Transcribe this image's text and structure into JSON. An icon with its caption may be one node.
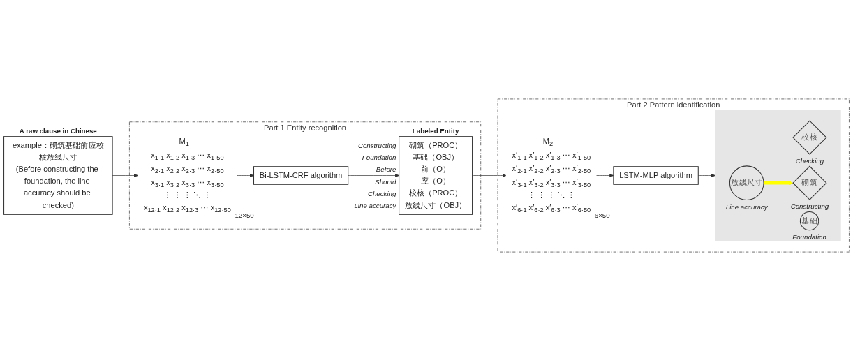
{
  "diagram": {
    "nodes": [
      {
        "text": [
          "Part 1 Entity recognition"
        ]
      },
      {
        "text": [
          "Labeled Entity",
          "砌筑（PROC）",
          "基础（OBJ）",
          "前（O）",
          "应（O）",
          "校核（PROC）",
          "放线尺寸（OBJ）"
        ],
        "beside": [
          "Constructing",
          "Foundation",
          "Before",
          "Should",
          "Checking",
          "Line accuracy"
        ],
        "in": 0
      },
      {
        "text": [
          "Bi-LSTM-CRF algorithm"
        ],
        "in": 0
      },
      {
        "text": [
          "M$_{1}$ =",
          "x$_{1·1}$ x$_{1·2}$ x$_{1·3}$ ⋯ x$_{1·50}$",
          "x$_{2·1}$ x$_{2·2}$ x$_{2·3}$ ⋯ x$_{2·50}$",
          "x$_{3·1}$ x$_{3·2}$ x$_{3·3}$ ⋯ x$_{3·50}$",
          "⋮ ⋮ ⋮ ⋱ ⋮",
          "x$_{12·1}$ x$_{12·2}$ x$_{12·3}$ ⋯ x$_{12·50}$"
        ],
        "beside": [
          "12×50"
        ],
        "in": 0
      },
      {
        "text": [
          "A raw clause in Chinese",
          "example：砌筑基础前应校核放线尺寸",
          "(Before constructing the foundation, the line accuracy should be checked)"
        ]
      },
      {
        "text": [
          "Part 2 Pattern identification"
        ]
      },
      {
        "text": [
          "M$_{2}$ =",
          "x′$_{1·1}$ x′$_{1·2}$ x′$_{1·3}$ ⋯ x′$_{1·50}$",
          "x′$_{2·1}$ x′$_{2·2}$ x′$_{2·3}$ ⋯ x′$_{2·50}$",
          "x′$_{3·1}$ x′$_{3·2}$ x′$_{3·3}$ ⋯ x′$_{3·50}$",
          "⋮ ⋮ ⋮ ⋱ ⋮",
          "x′$_{6·1}$ x′$_{6·2}$ x′$_{6·3}$ ⋯ x′$_{6·50}$"
        ],
        "beside": [
          "6×50"
        ],
        "in": 5
      },
      {
        "text": [
          "LSTM-MLP algorithm"
        ],
        "in": 5
      },
      {
        "text": [],
        "shape": "box",
        "in": 5
      },
      {
        "text": [
          "校核"
        ],
        "beside": [
          "Checking"
        ],
        "in": 8
      },
      {
        "text": [
          "放线尺寸"
        ],
        "beside": [
          "Line accuracy"
        ],
        "in": 8
      },
      {
        "text": [
          "砌筑"
        ],
        "beside": [
          "Constructing"
        ],
        "in": 8
      },
      {
        "text": [
          "基础"
        ],
        "beside": [
          "Foundation"
        ],
        "in": 8
      }
    ],
    "edges": [
      {
        "from": 4,
        "to": 3,
        "arrow": "to"
      },
      {
        "from": 3,
        "to": 2,
        "arrow": "to"
      },
      {
        "from": 2,
        "to": 1,
        "arrow": "to"
      },
      {
        "from": 1,
        "to": 6,
        "arrow": "to"
      },
      {
        "from": 6,
        "to": 7,
        "arrow": "to"
      },
      {
        "from": 7,
        "to": 8,
        "arrow": "to"
      },
      {
        "from": 10,
        "to": 11,
        "arrow": "to",
        "style": "thick",
        "color": "#ffff00"
      }
    ]
  }
}
